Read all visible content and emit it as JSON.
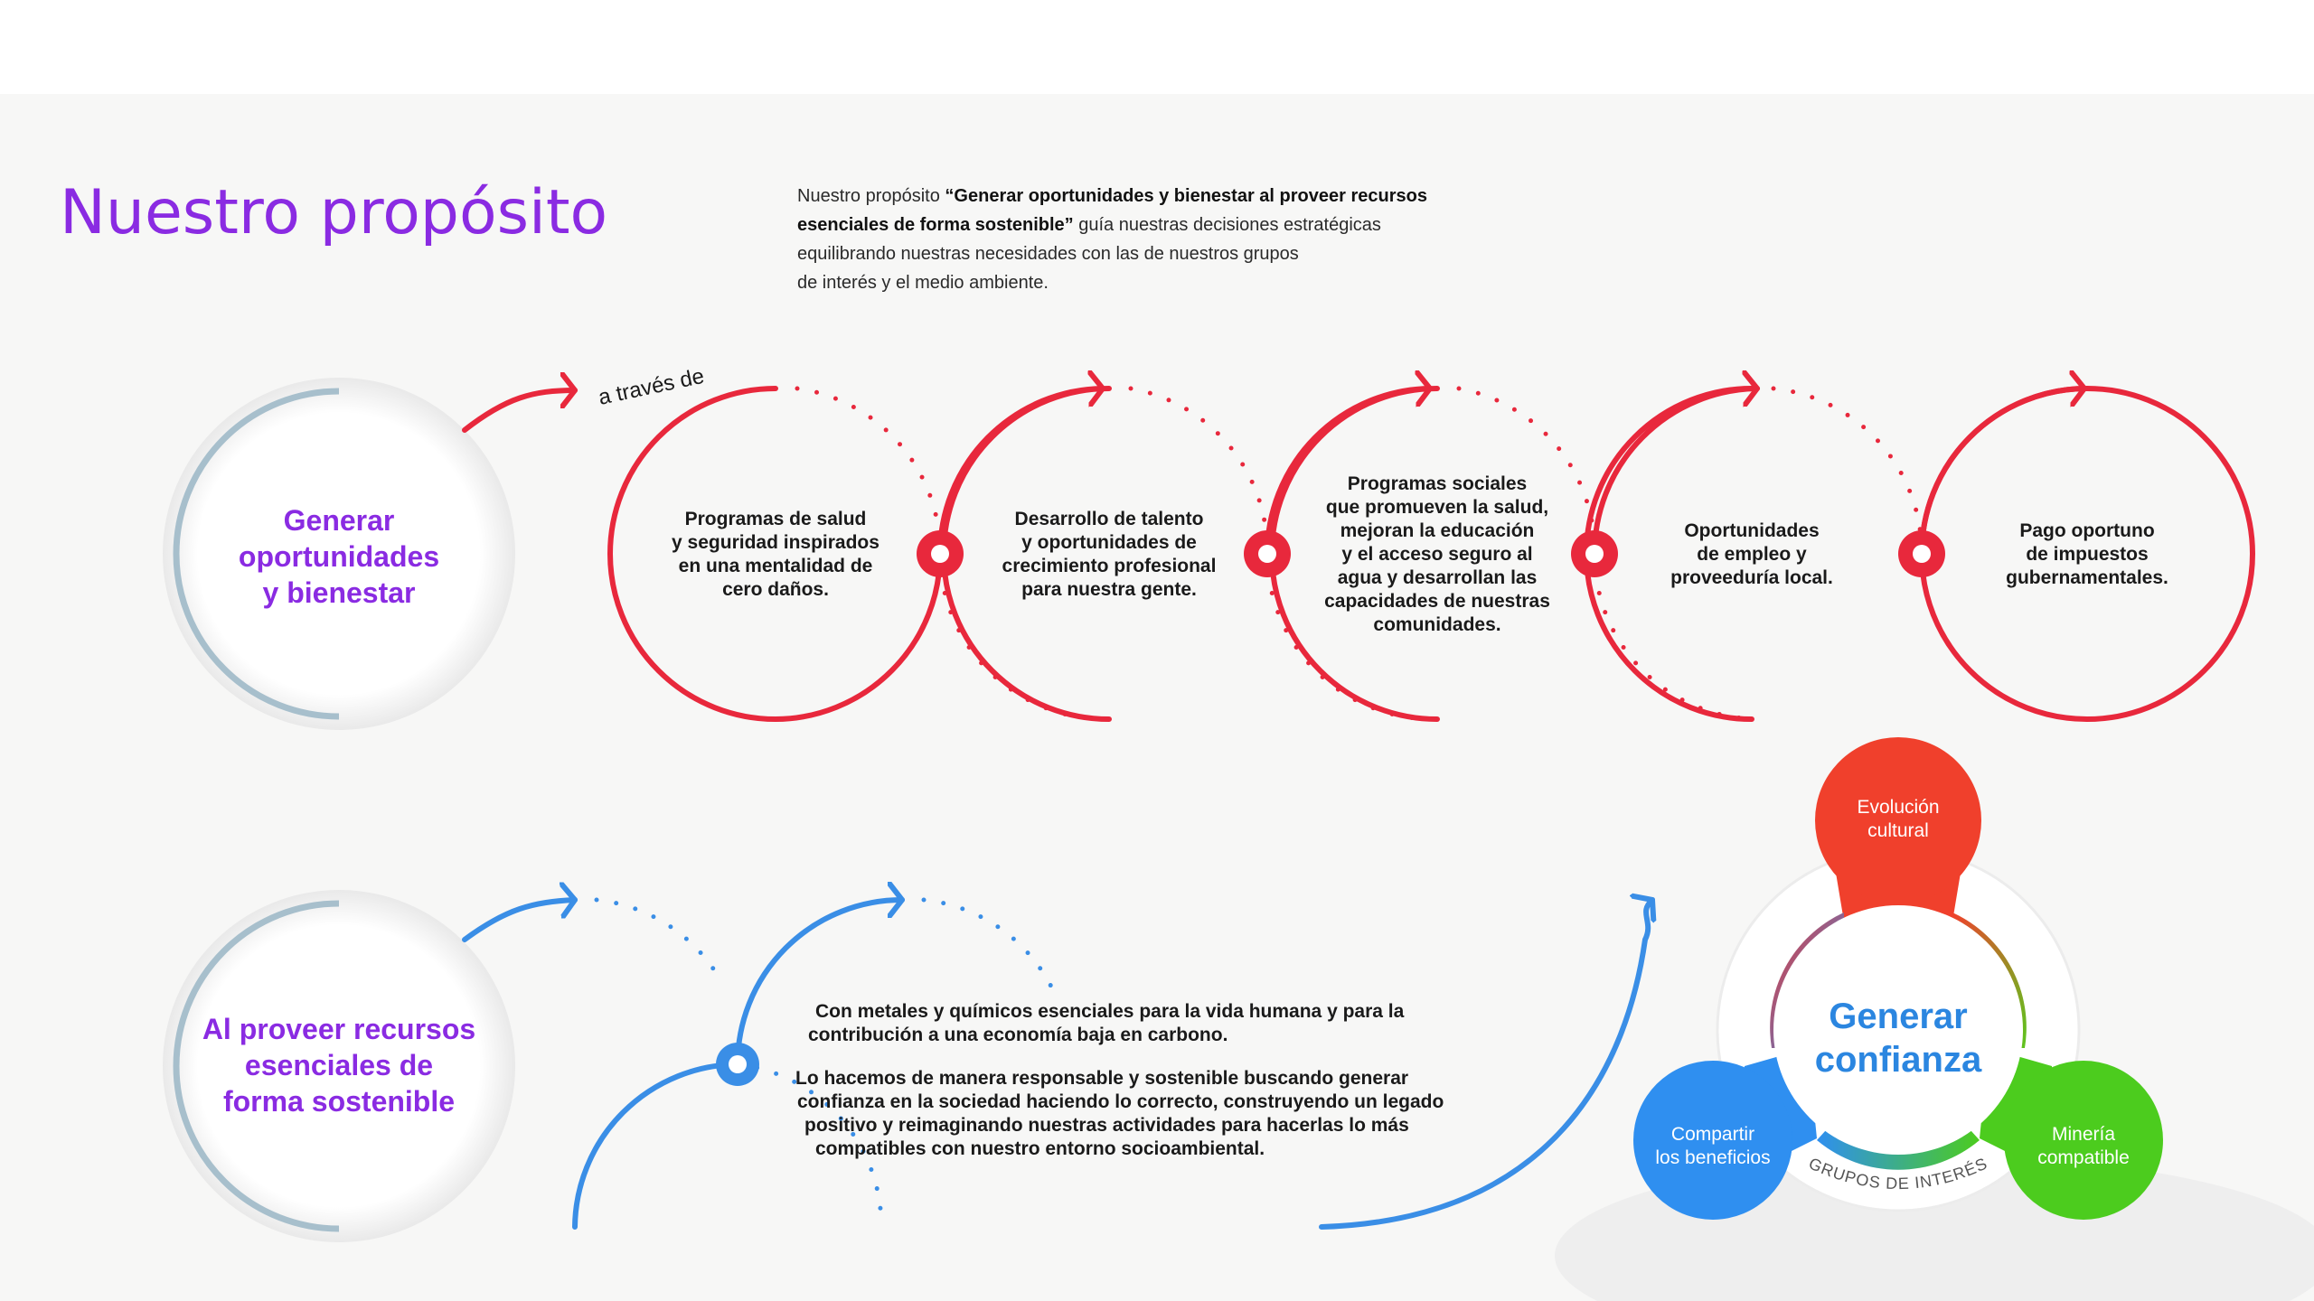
{
  "title": "Nuestro propósito",
  "intro": {
    "line1_normal": "Nuestro propósito ",
    "line1_bold": "“Generar oportunidades y bienestar al proveer recursos",
    "line2_bold": "esenciales de forma sostenible”",
    "line2_normal": " guía nuestras decisiones estratégicas",
    "line3": "equilibrando nuestras necesidades con las de nuestros grupos",
    "line4": "de interés y el medio ambiente."
  },
  "row1": {
    "bubble": [
      "Generar",
      "oportunidades",
      "y bienestar"
    ],
    "connector": "a través de",
    "steps": [
      [
        "Programas de salud",
        "y seguridad inspirados",
        "en una mentalidad de",
        "cero daños."
      ],
      [
        "Desarrollo de talento",
        "y oportunidades de",
        "crecimiento profesional",
        "para nuestra gente."
      ],
      [
        "Programas sociales",
        "que promueven la salud,",
        "mejoran la educación",
        "y el acceso seguro al",
        "agua y desarrollan las",
        "capacidades de nuestras",
        "comunidades."
      ],
      [
        "Oportunidades",
        "de empleo y",
        "proveeduría local."
      ],
      [
        "Pago oportuno",
        "de impuestos",
        "gubernamentales."
      ]
    ]
  },
  "row2": {
    "bubble": [
      "Al proveer recursos",
      "esenciales de",
      "forma sostenible"
    ],
    "para1": [
      "Con metales y químicos esenciales para la vida humana y para la",
      "contribución a una economía baja en carbono."
    ],
    "para2": [
      "Lo hacemos de manera responsable y sostenible buscando generar",
      "confianza en la sociedad haciendo lo correcto, construyendo un legado",
      "positivo y reimaginando nuestras actividades para hacerlas lo más",
      "compatibles con nuestro entorno socioambiental."
    ]
  },
  "trust": {
    "center": [
      "Generar",
      "confianza"
    ],
    "top": [
      "Evolución",
      "cultural"
    ],
    "left": [
      "Compartir",
      "los beneficios"
    ],
    "right": [
      "Minería",
      "compatible"
    ],
    "arc_label": "GRUPOS DE INTERÉS"
  },
  "colors": {
    "title": "#8a2be2",
    "red": "#e8283c",
    "blue": "#3a8ee6",
    "petal_top": "#f0402c",
    "petal_left": "#2f8ff0",
    "petal_right": "#4ccc1e"
  }
}
